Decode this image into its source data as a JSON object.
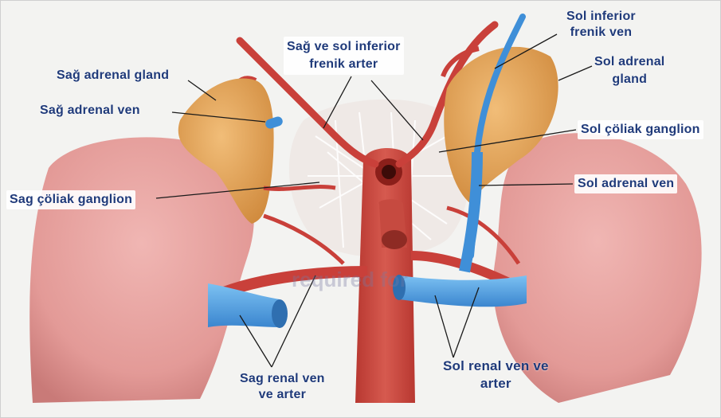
{
  "labels": {
    "right_adrenal_gland": "Sağ adrenal gland",
    "right_adrenal_vein": "Sağ adrenal ven",
    "right_celiac_ganglion": "Sag çölіak ganglion",
    "inferior_phrenic_artery": [
      "Sağ ve sol inferior",
      "frenik arter"
    ],
    "left_inferior_phrenic_vein": [
      "Sol inferior",
      "frenik ven"
    ],
    "left_adrenal_gland": [
      "Sol adrenal",
      "gland"
    ],
    "left_celiac_ganglion": "Sol çöliak ganglion",
    "left_adrenal_vein": "Sol adrenal ven",
    "right_renal": [
      "Sag renal ven",
      "ve arter"
    ],
    "left_renal": [
      "Sol renal ven ve",
      "arter"
    ]
  },
  "watermark": "required for",
  "colors": {
    "kidney": "#e9a7a4",
    "adrenal": "#e0a25a",
    "artery": "#c9403a",
    "vein": "#4f9fe0",
    "text": "#1f3a7a"
  }
}
